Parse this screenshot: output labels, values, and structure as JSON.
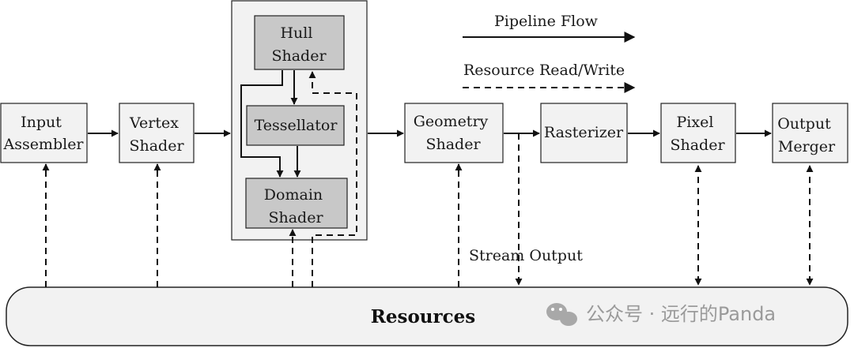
{
  "nodes": {
    "input_assembler": {
      "line1": "Input",
      "line2": "Assembler"
    },
    "vertex_shader": {
      "line1": "Vertex",
      "line2": "Shader"
    },
    "hull_shader": {
      "line1": "Hull",
      "line2": "Shader"
    },
    "tessellator": {
      "line1": "Tessellator"
    },
    "domain_shader": {
      "line1": "Domain",
      "line2": "Shader"
    },
    "geometry_shader": {
      "line1": "Geometry",
      "line2": "Shader"
    },
    "rasterizer": {
      "line1": "Rasterizer"
    },
    "pixel_shader": {
      "line1": "Pixel",
      "line2": "Shader"
    },
    "output_merger": {
      "line1": "Output",
      "line2": "Merger"
    }
  },
  "legend": {
    "pipeline_flow": "Pipeline Flow",
    "resource_rw": "Resource Read/Write"
  },
  "labels": {
    "stream_output": "Stream Output",
    "resources": "Resources"
  },
  "watermark": {
    "icon": "wechat-icon",
    "text": "公众号 · 远行的Panda"
  },
  "colors": {
    "stage_fill": "#f2f2f2",
    "inner_fill": "#c8c8c8",
    "stroke": "#222222"
  }
}
